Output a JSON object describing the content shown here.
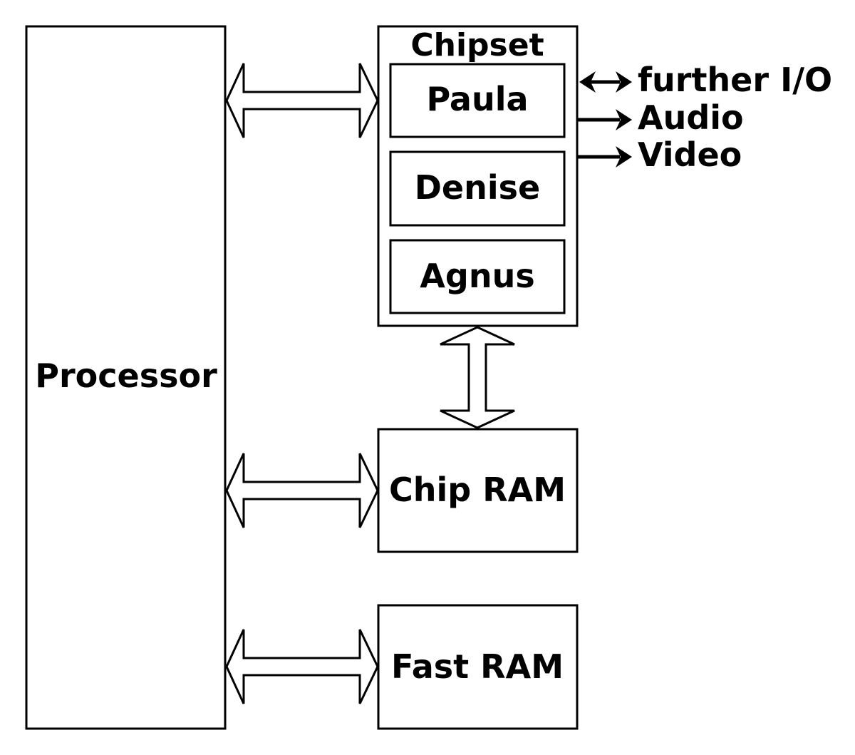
{
  "colors": {
    "stroke": "#000000",
    "fill": "#ffffff",
    "text": "#000000"
  },
  "blocks": {
    "processor": {
      "label": "Processor"
    },
    "chipset": {
      "label": "Chipset",
      "chips": {
        "paula": {
          "label": "Paula"
        },
        "denise": {
          "label": "Denise"
        },
        "agnus": {
          "label": "Agnus"
        }
      }
    },
    "chip_ram": {
      "label": "Chip RAM"
    },
    "fast_ram": {
      "label": "Fast RAM"
    }
  },
  "outputs": {
    "further_io": {
      "label": "further I/O",
      "direction": "bidirectional"
    },
    "audio": {
      "label": "Audio",
      "direction": "out"
    },
    "video": {
      "label": "Video",
      "direction": "out"
    }
  },
  "buses": [
    {
      "from": "Processor",
      "to": "Chipset",
      "direction": "bidirectional"
    },
    {
      "from": "Processor",
      "to": "Chip RAM",
      "direction": "bidirectional"
    },
    {
      "from": "Processor",
      "to": "Fast RAM",
      "direction": "bidirectional"
    },
    {
      "from": "Chipset",
      "to": "Chip RAM",
      "direction": "bidirectional"
    }
  ]
}
